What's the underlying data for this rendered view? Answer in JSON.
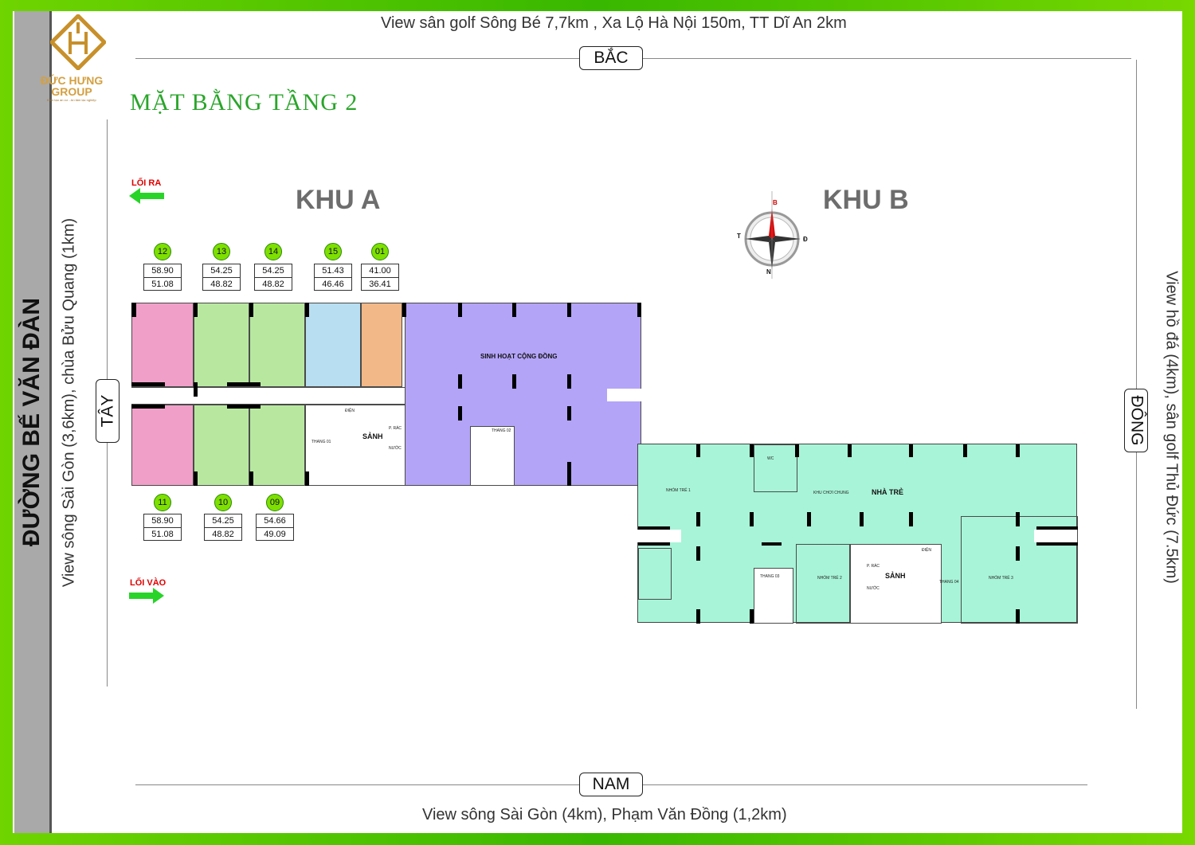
{
  "logo": {
    "name": "ĐỨC HƯNG",
    "group": "GROUP",
    "slogan": "Kiến tạo an cư - An tâm lạc nghiệp"
  },
  "road_name": "ĐƯỜNG BẾ VĂN ĐÀN",
  "title": "MẶT BẰNG TẦNG 2",
  "directions": {
    "north": {
      "label": "BẮC",
      "view": "View sân golf Sông Bé 7,7km , Xa Lộ Hà Nội 150m, TT Dĩ An 2km"
    },
    "south": {
      "label": "NAM",
      "view": "View sông Sài Gòn (4km), Phạm Văn Đồng (1,2km)"
    },
    "west": {
      "label": "TÂY",
      "view": "View sông Sài Gòn (3,6km), chùa Bửu Quang (1km)"
    },
    "east": {
      "label": "ĐÔNG",
      "view": "View hồ đá (4km), sân golf Thủ Đức (7.5km)"
    }
  },
  "exit_label": "LỐI RA",
  "entry_label": "LỐI VÀO",
  "zones": {
    "a": "KHU A",
    "b": "KHU B"
  },
  "compass": {
    "n": "B",
    "s": "N",
    "w": "T",
    "e": "Đ"
  },
  "units_top": [
    {
      "no": "12",
      "area1": "58.90",
      "area2": "51.08",
      "color": "#f0a0c8"
    },
    {
      "no": "13",
      "area1": "54.25",
      "area2": "48.82",
      "color": "#b8e8a0"
    },
    {
      "no": "14",
      "area1": "54.25",
      "area2": "48.82",
      "color": "#b8e8a0"
    },
    {
      "no": "15",
      "area1": "51.43",
      "area2": "46.46",
      "color": "#b8def2"
    },
    {
      "no": "01",
      "area1": "41.00",
      "area2": "36.41",
      "color": "#f2b888"
    }
  ],
  "units_bottom": [
    {
      "no": "11",
      "area1": "58.90",
      "area2": "51.08",
      "color": "#f0a0c8"
    },
    {
      "no": "10",
      "area1": "54.25",
      "area2": "48.82",
      "color": "#b8e8a0"
    },
    {
      "no": "09",
      "area1": "54.66",
      "area2": "49.09",
      "color": "#b8e8a0"
    }
  ],
  "khu_a_rooms": {
    "community": "SINH HOẠT CỘNG ĐỒNG",
    "lobby": "SẢNH",
    "stair1": "THANG 01",
    "stair2": "THANG 02",
    "elec": "ĐIỆN",
    "trash": "P. RÁC",
    "water": "NƯỚC"
  },
  "khu_b_rooms": {
    "nursery": "NHÀ TRẺ",
    "group1": "NHÓM TRẺ 1",
    "group2": "NHÓM TRẺ 2",
    "group3": "NHÓM TRẺ 3",
    "play": "KHU CHƠI CHUNG",
    "lobby": "SẢNH",
    "wc": "WC",
    "stair3": "THANG 03",
    "stair4": "THANG 04",
    "elec": "ĐIỆN",
    "trash": "P. RÁC",
    "water": "NƯỚC"
  },
  "colors": {
    "community": "#b4a4f8",
    "nursery": "#a8f4d8",
    "frame": "#4cc400"
  }
}
